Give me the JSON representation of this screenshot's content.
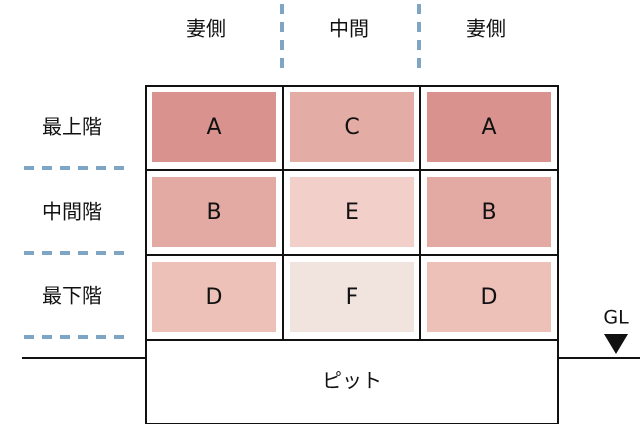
{
  "columns": [
    "妻側",
    "中間",
    "妻側"
  ],
  "floors": [
    "最上階",
    "中間階",
    "最下階"
  ],
  "cells": [
    [
      {
        "label": "A",
        "color": "#d9928e"
      },
      {
        "label": "C",
        "color": "#e3ada6"
      },
      {
        "label": "A",
        "color": "#d9928e"
      }
    ],
    [
      {
        "label": "B",
        "color": "#e3aaa3"
      },
      {
        "label": "E",
        "color": "#f2cfc8"
      },
      {
        "label": "B",
        "color": "#e3aaa3"
      }
    ],
    [
      {
        "label": "D",
        "color": "#edc0b8"
      },
      {
        "label": "F",
        "color": "#f1e4df"
      },
      {
        "label": "D",
        "color": "#edc0b8"
      }
    ]
  ],
  "pit_label": "ピット",
  "ground_label": "GL",
  "colors": {
    "dashed_line": "#7ea6c4",
    "border": "#111111",
    "ground_marker": "#111111"
  },
  "icons": {
    "ground_marker": "triangle-down-icon"
  }
}
